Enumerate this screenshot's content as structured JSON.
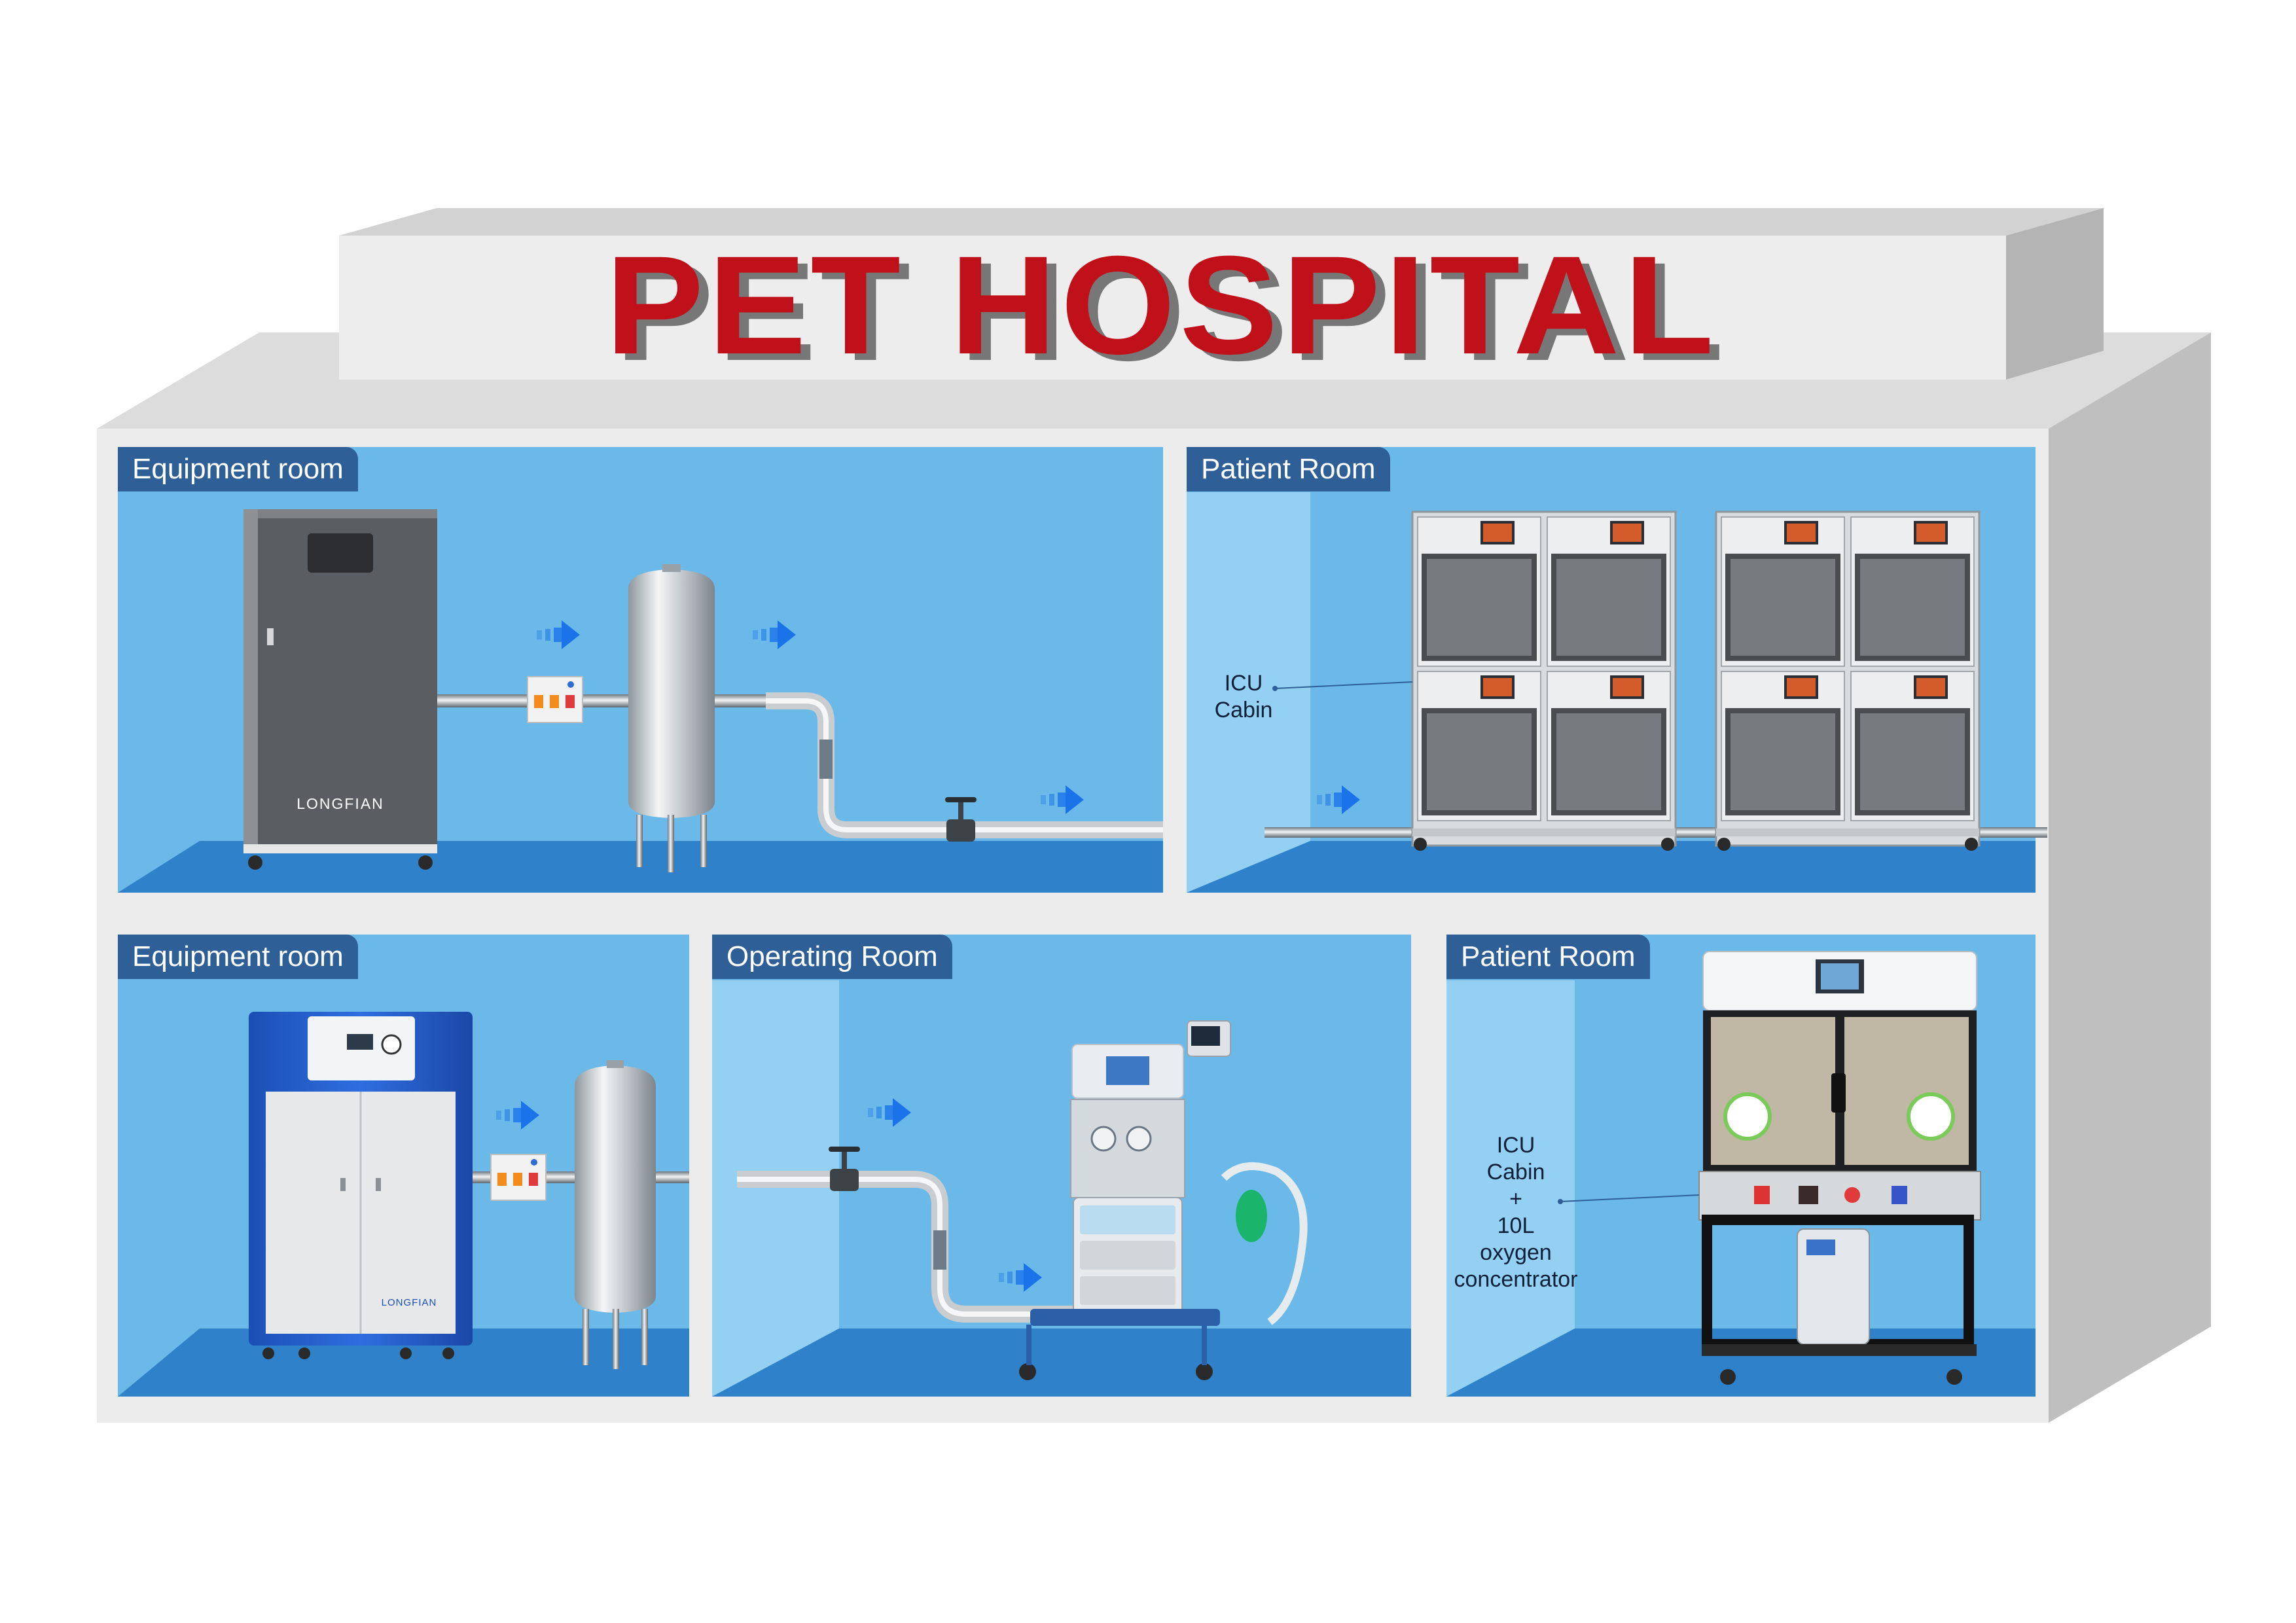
{
  "title": "PET HOSPITAL",
  "colors": {
    "title_red": "#c0111a",
    "wall_blue": "#6bb9e8",
    "floor_blue": "#2f82c9",
    "side_wall_blue": "#94d0f2",
    "tag_blue": "#2f5f97",
    "arrow_blue": "#1a73e8",
    "building_grey": "#c9c9c9"
  },
  "rooms": [
    {
      "id": "equipment-top",
      "label": "Equipment room"
    },
    {
      "id": "patient-top",
      "label": "Patient Room"
    },
    {
      "id": "equipment-bottom",
      "label": "Equipment room"
    },
    {
      "id": "operating",
      "label": "Operating Room"
    },
    {
      "id": "patient-bottom",
      "label": "Patient Room"
    }
  ],
  "callouts": {
    "icu_top": [
      "ICU",
      "Cabin"
    ],
    "icu_bottom": [
      "ICU",
      "Cabin",
      "+",
      "10L",
      "oxygen",
      "concentrator"
    ]
  },
  "brand": "LONGFIAN",
  "icons": [
    "flow-arrow-icon",
    "valve-icon",
    "circuit-breaker-icon"
  ]
}
